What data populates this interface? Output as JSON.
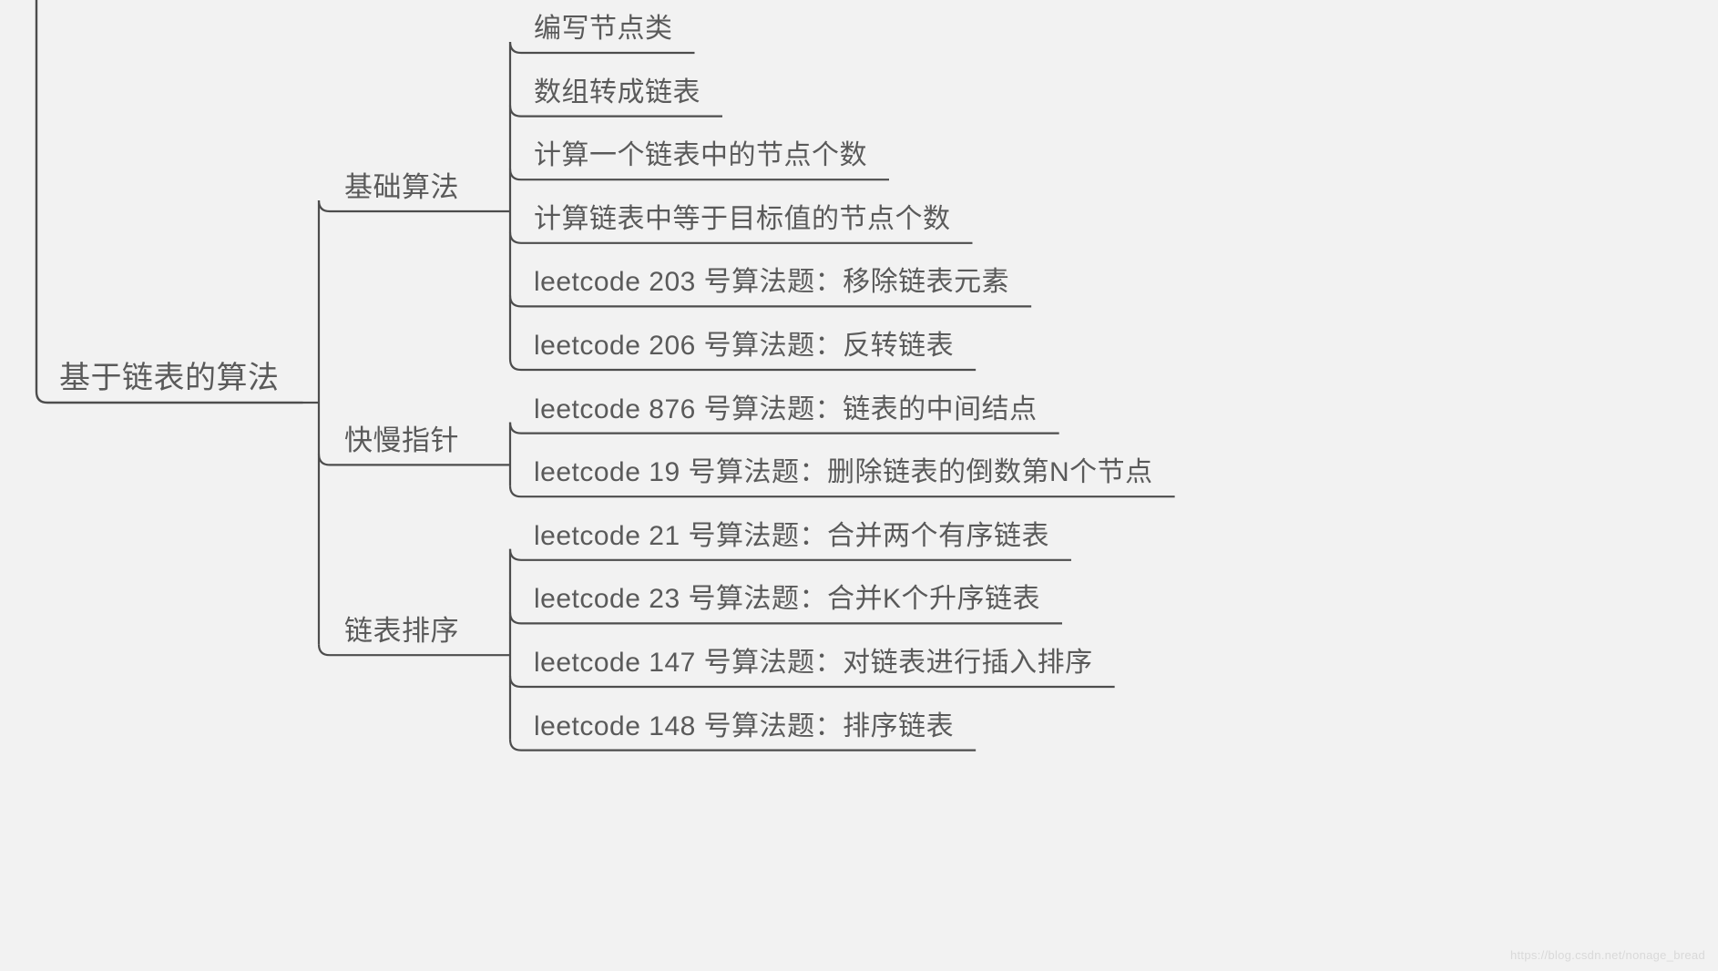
{
  "diagram": {
    "title": "基于链表的算法",
    "watermark": "https://blog.csdn.net/nonage_bread",
    "colors": {
      "background": "#f2f2f2",
      "text": "#595959",
      "line": "#4d4d4d",
      "watermark": "#d9d9d9"
    },
    "root": {
      "label": "基于链表的算法"
    },
    "branches": [
      {
        "label": "基础算法",
        "leaves": [
          {
            "label": "编写节点类"
          },
          {
            "label": "数组转成链表"
          },
          {
            "label": "计算一个链表中的节点个数"
          },
          {
            "label": "计算链表中等于目标值的节点个数"
          },
          {
            "label": "leetcode 203 号算法题：移除链表元素"
          },
          {
            "label": "leetcode 206 号算法题：反转链表"
          }
        ]
      },
      {
        "label": "快慢指针",
        "leaves": [
          {
            "label": "leetcode 876 号算法题：链表的中间结点"
          },
          {
            "label": "leetcode 19 号算法题：删除链表的倒数第N个节点"
          }
        ]
      },
      {
        "label": "链表排序",
        "leaves": [
          {
            "label": "leetcode 21 号算法题：合并两个有序链表"
          },
          {
            "label": "leetcode 23 号算法题：合并K个升序链表"
          },
          {
            "label": "leetcode 147 号算法题：对链表进行插入排序"
          },
          {
            "label": "leetcode 148 号算法题：排序链表"
          }
        ]
      }
    ]
  }
}
